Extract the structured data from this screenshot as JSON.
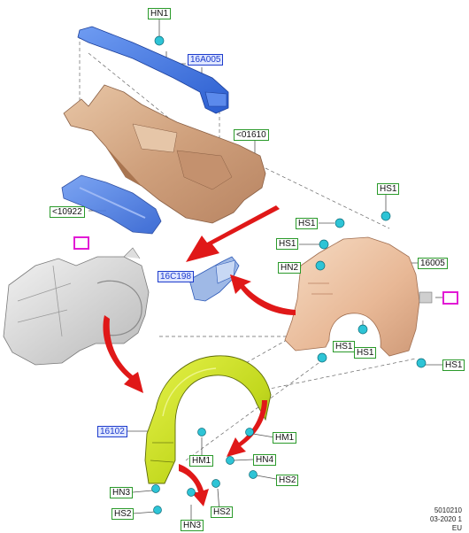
{
  "labels": {
    "hn1_top": "HN1",
    "p16a005": "16A005",
    "p01610": "<01610",
    "p10922": "<10922",
    "hs1_a": "HS1",
    "hs1_b": "HS1",
    "hs1_c": "HS1",
    "hs1_d": "HS1",
    "hs1_e": "HS1",
    "hs1_f": "HS1",
    "hn2": "HN2",
    "p16005": "16005",
    "p16c198": "16C198",
    "p16102": "16102",
    "hm1_a": "HM1",
    "hm1_b": "HM1",
    "hn4": "HN4",
    "hs2_a": "HS2",
    "hs2_b": "HS2",
    "hs2_c": "HS2",
    "hn3_a": "HN3",
    "hn3_b": "HN3"
  },
  "footer": {
    "ref_line1": "5010210",
    "ref_line2": "03-2020 1",
    "ref_line3": "EU"
  },
  "colors": {
    "label_green": "#2a9a2a",
    "label_blue": "#1e3ccc",
    "tag_magenta": "#e21bd5",
    "arrow_red": "#e01818",
    "fastener": "#2ec4d6",
    "liner": "#c8e020",
    "panel": "#d9b596",
    "bracket": "#3d72e0",
    "fender": "#efc8a8"
  }
}
